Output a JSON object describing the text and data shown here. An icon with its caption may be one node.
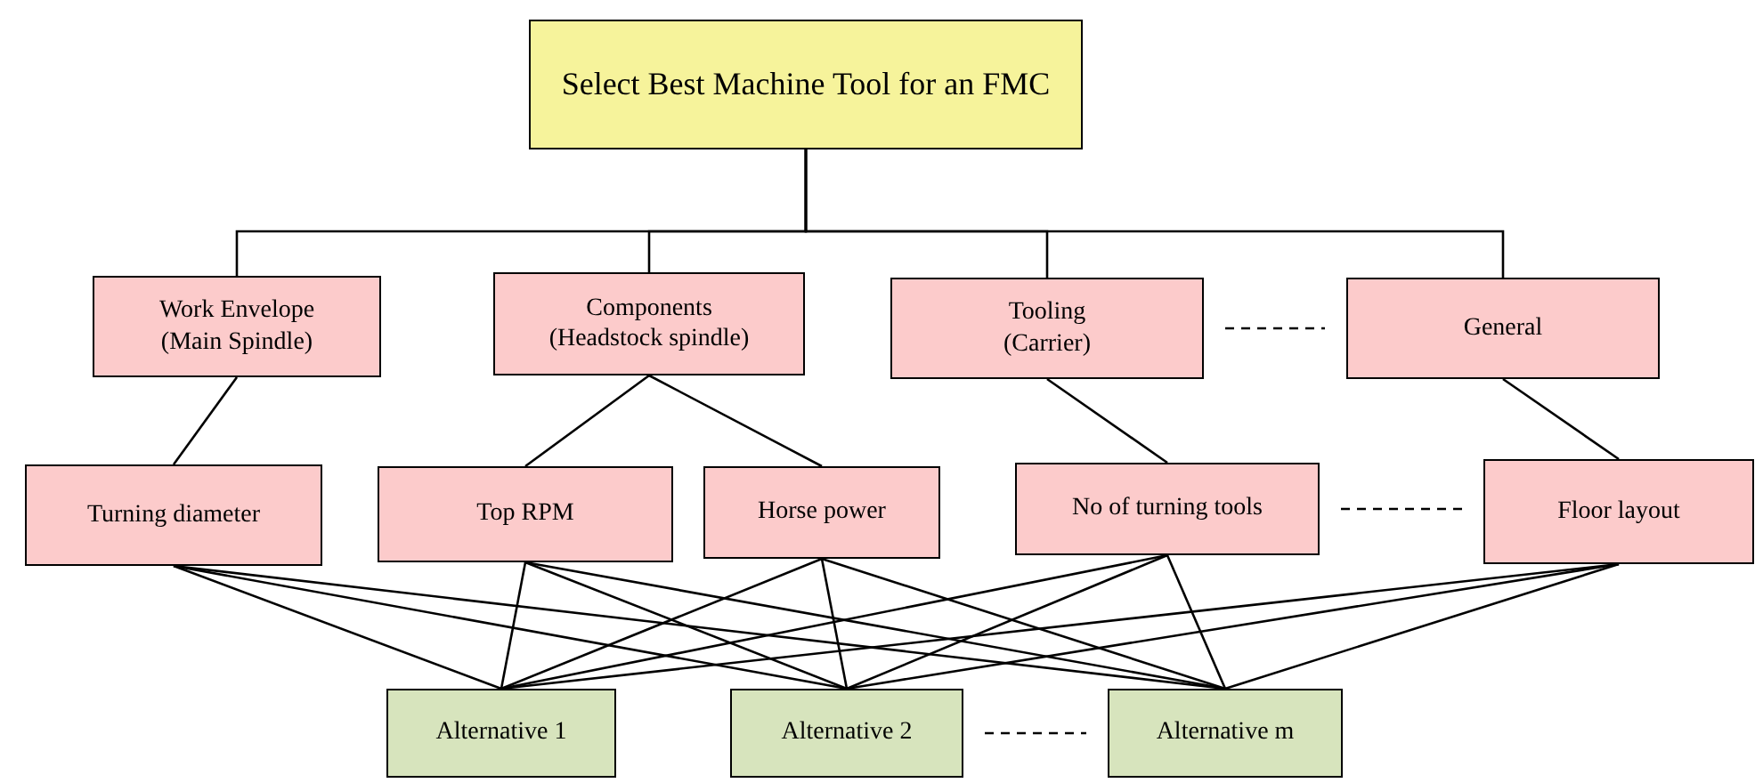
{
  "diagram": {
    "nodes": [
      {
        "text": [
          "Select Best Machine Tool for an FMC"
        ]
      },
      {
        "text": [
          "Work Envelope (Main Spindle)"
        ]
      },
      {
        "text": [
          "Components (Headstock spindle)"
        ]
      },
      {
        "text": [
          "Tooling (Carrier)"
        ]
      },
      {
        "text": [
          "General"
        ]
      },
      {
        "text": [
          "Turning diameter"
        ]
      },
      {
        "text": [
          "Top RPM"
        ]
      },
      {
        "text": [
          "Horse power"
        ]
      },
      {
        "text": [
          "No of turning tools"
        ]
      },
      {
        "text": [
          "Floor layout"
        ]
      },
      {
        "text": [
          "Alternative 1"
        ]
      },
      {
        "text": [
          "Alternative 2"
        ]
      },
      {
        "text": [
          "Alternative m"
        ]
      }
    ],
    "edges": [
      {
        "from": 0,
        "to": 1,
        "arrow": "none"
      },
      {
        "from": 0,
        "to": 2,
        "arrow": "none"
      },
      {
        "from": 0,
        "to": 3,
        "arrow": "none"
      },
      {
        "from": 0,
        "to": 4,
        "arrow": "none"
      },
      {
        "from": 3,
        "to": 4,
        "arrow": "none",
        "style": "dashed"
      },
      {
        "from": 1,
        "to": 5,
        "arrow": "none"
      },
      {
        "from": 2,
        "to": 6,
        "arrow": "none"
      },
      {
        "from": 2,
        "to": 7,
        "arrow": "none"
      },
      {
        "from": 3,
        "to": 8,
        "arrow": "none"
      },
      {
        "from": 4,
        "to": 9,
        "arrow": "none"
      },
      {
        "from": 8,
        "to": 9,
        "arrow": "none",
        "style": "dashed"
      },
      {
        "from": 5,
        "to": 10,
        "arrow": "none"
      },
      {
        "from": 5,
        "to": 11,
        "arrow": "none"
      },
      {
        "from": 5,
        "to": 12,
        "arrow": "none"
      },
      {
        "from": 6,
        "to": 10,
        "arrow": "none"
      },
      {
        "from": 6,
        "to": 11,
        "arrow": "none"
      },
      {
        "from": 6,
        "to": 12,
        "arrow": "none"
      },
      {
        "from": 7,
        "to": 10,
        "arrow": "none"
      },
      {
        "from": 7,
        "to": 11,
        "arrow": "none"
      },
      {
        "from": 7,
        "to": 12,
        "arrow": "none"
      },
      {
        "from": 8,
        "to": 10,
        "arrow": "none"
      },
      {
        "from": 8,
        "to": 11,
        "arrow": "none"
      },
      {
        "from": 8,
        "to": 12,
        "arrow": "none"
      },
      {
        "from": 9,
        "to": 10,
        "arrow": "none"
      },
      {
        "from": 9,
        "to": 11,
        "arrow": "none"
      },
      {
        "from": 9,
        "to": 12,
        "arrow": "none"
      },
      {
        "from": 11,
        "to": 12,
        "arrow": "none",
        "style": "dashed"
      }
    ]
  }
}
